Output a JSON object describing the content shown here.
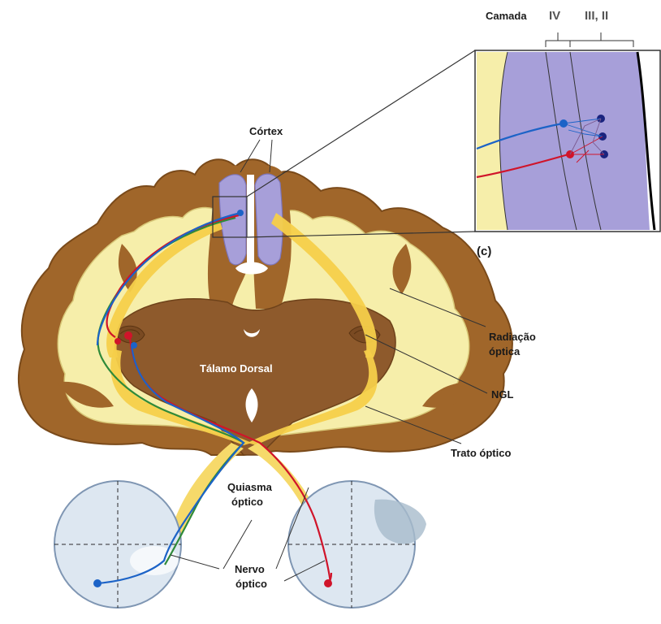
{
  "labels": {
    "camada": "Camada",
    "layer_iv": "IV",
    "layer_iii_ii": "III, II",
    "cortex": "Córtex",
    "panel_c": "(c)",
    "radiacao_line1": "Radiação",
    "radiacao_line2": "óptica",
    "ngl": "NGL",
    "talamo": "Tálamo Dorsal",
    "trato": "Trato óptico",
    "quiasma_line1": "Quiasma",
    "quiasma_line2": "óptico",
    "nervo_line1": "Nervo",
    "nervo_line2": "óptico"
  },
  "colors": {
    "brain_brown": "#a0662a",
    "white_matter": "#f6eeaa",
    "cortex_purple": "#a79fd9",
    "thalamus": "#8e5a2c",
    "optic_yellow": "#f5cf4a",
    "pathway_red": "#d0142a",
    "pathway_blue": "#1c63c7",
    "pathway_green": "#2f8a3a",
    "retina_fill": "#dde7f1"
  }
}
